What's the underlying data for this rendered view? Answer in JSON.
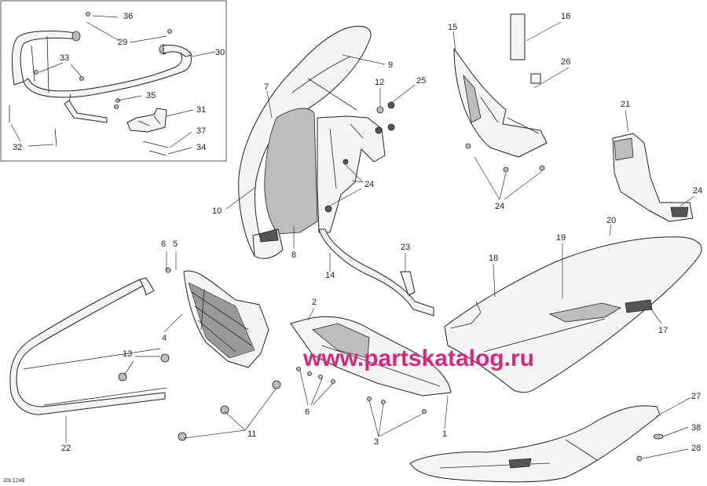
{
  "diagram_code": "20L1248",
  "watermark": "www.partskatalog.ru",
  "callouts": [
    {
      "id": "c36",
      "label": "36"
    },
    {
      "id": "c29",
      "label": "29"
    },
    {
      "id": "c30",
      "label": "30"
    },
    {
      "id": "c33",
      "label": "33"
    },
    {
      "id": "c35",
      "label": "35"
    },
    {
      "id": "c31",
      "label": "31"
    },
    {
      "id": "c37",
      "label": "37"
    },
    {
      "id": "c34",
      "label": "34"
    },
    {
      "id": "c32",
      "label": "32"
    },
    {
      "id": "c7",
      "label": "7"
    },
    {
      "id": "c9",
      "label": "9"
    },
    {
      "id": "c12",
      "label": "12"
    },
    {
      "id": "c25",
      "label": "25"
    },
    {
      "id": "c24a",
      "label": "24"
    },
    {
      "id": "c10",
      "label": "10"
    },
    {
      "id": "c8",
      "label": "8"
    },
    {
      "id": "c14",
      "label": "14"
    },
    {
      "id": "c23",
      "label": "23"
    },
    {
      "id": "c15",
      "label": "15"
    },
    {
      "id": "c16",
      "label": "16"
    },
    {
      "id": "c26",
      "label": "26"
    },
    {
      "id": "c24b",
      "label": "24"
    },
    {
      "id": "c21",
      "label": "21"
    },
    {
      "id": "c24c",
      "label": "24"
    },
    {
      "id": "c20",
      "label": "20"
    },
    {
      "id": "c19",
      "label": "19"
    },
    {
      "id": "c18",
      "label": "18"
    },
    {
      "id": "c17",
      "label": "17"
    },
    {
      "id": "c6",
      "label": "6"
    },
    {
      "id": "c5",
      "label": "5"
    },
    {
      "id": "c4",
      "label": "4"
    },
    {
      "id": "c13",
      "label": "13"
    },
    {
      "id": "c2",
      "label": "2"
    },
    {
      "id": "c6b",
      "label": "6"
    },
    {
      "id": "c3",
      "label": "3"
    },
    {
      "id": "c1",
      "label": "1"
    },
    {
      "id": "c11",
      "label": "11"
    },
    {
      "id": "c22",
      "label": "22"
    },
    {
      "id": "c27",
      "label": "27"
    },
    {
      "id": "c38",
      "label": "38"
    },
    {
      "id": "c28",
      "label": "28"
    }
  ]
}
